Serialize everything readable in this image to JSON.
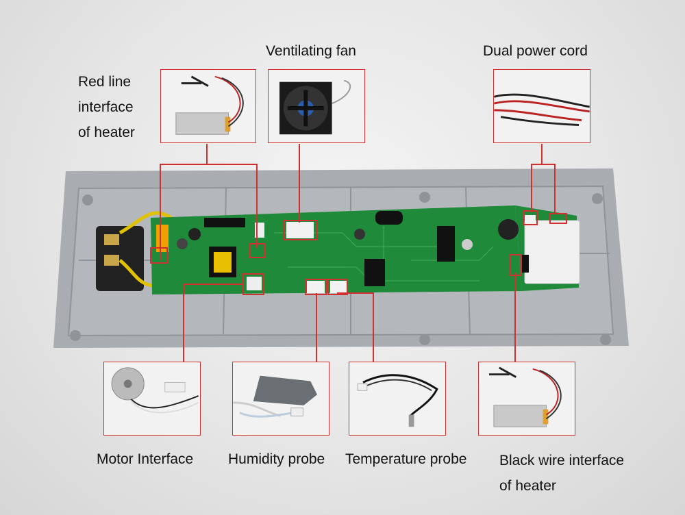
{
  "labels": {
    "red_line_interface": "Red line\ninterface\nof heater",
    "ventilating_fan": "Ventilating fan",
    "dual_power_cord": "Dual power cord",
    "motor_interface": "Motor Interface",
    "humidity_probe": "Humidity probe",
    "temperature_probe": "Temperature probe",
    "black_wire_interface": "Black wire interface\nof heater"
  },
  "colors": {
    "callout_red": "#d03030",
    "pcb_green": "#1f8a3a",
    "tray_gray": "#a9adb1"
  }
}
